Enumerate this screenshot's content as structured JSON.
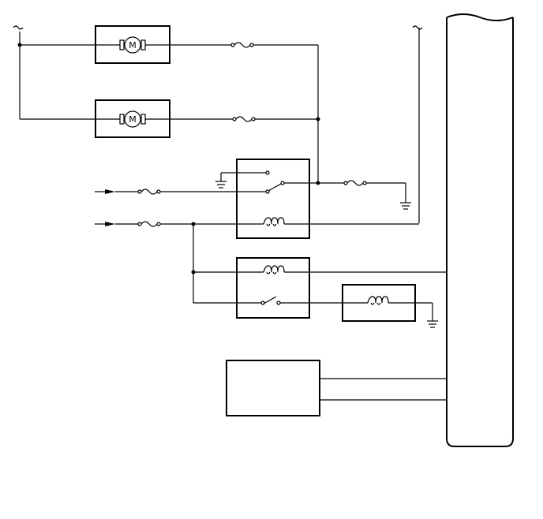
{
  "diagram": {
    "motor_symbol_label": "M",
    "motors": [
      {
        "id": "upper-motor"
      },
      {
        "id": "lower-motor"
      }
    ],
    "fuses": 5,
    "relays": 2,
    "ground_symbols": 3,
    "line_color": "#000000",
    "background_color": "#ffffff"
  }
}
